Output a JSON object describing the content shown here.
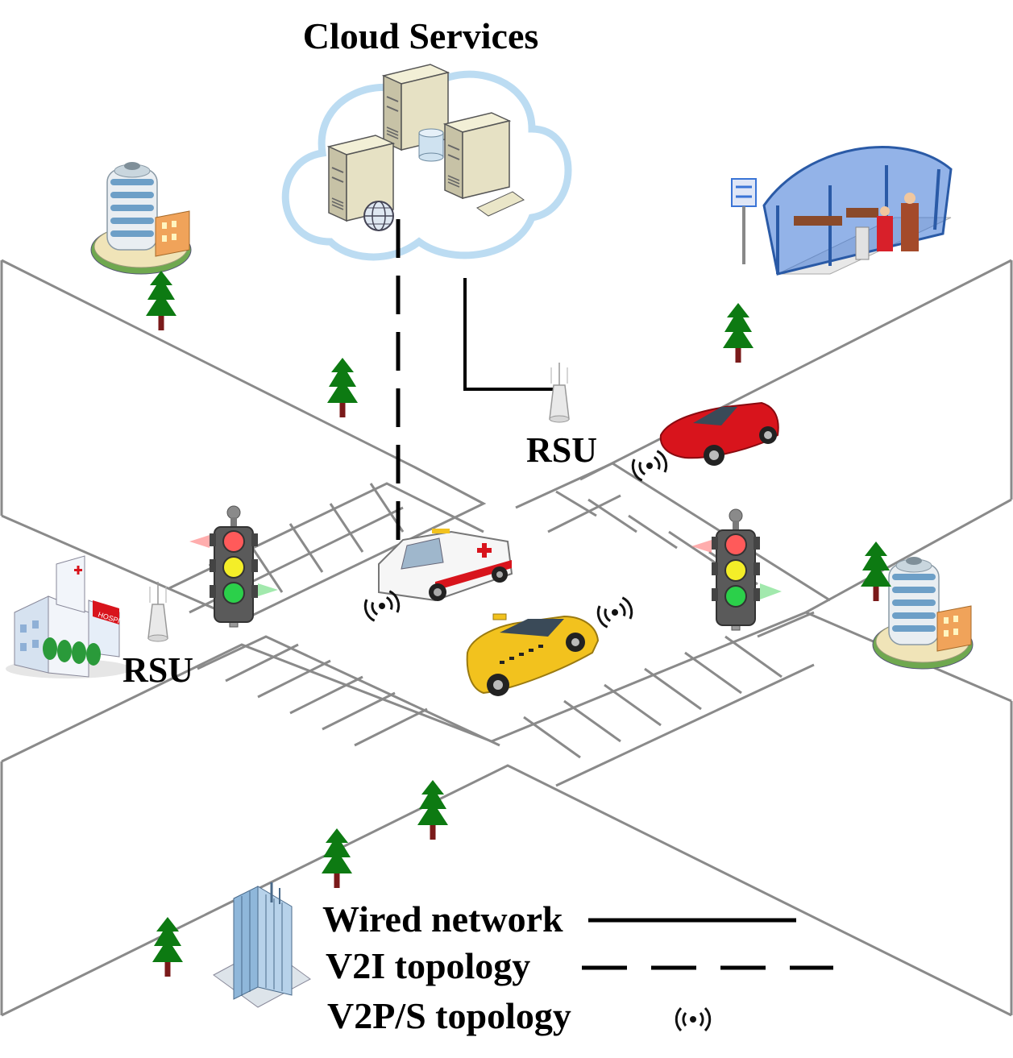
{
  "diagram": {
    "title": "Cloud Services",
    "rsu_labels": [
      "RSU",
      "RSU"
    ],
    "legend": [
      {
        "label": "Wired network",
        "style": "solid"
      },
      {
        "label": "V2I topology",
        "style": "dashed"
      },
      {
        "label": "V2P/S topology",
        "style": "wireless-icon"
      }
    ],
    "colors": {
      "road_edge": "#8a8a8a",
      "link": "#000000",
      "tree": "#0d7a12",
      "trunk": "#7a1a1a",
      "cloud": "#bcdcf2",
      "car_red": "#d8141c",
      "taxi": "#f2c21e",
      "glass_blue": "#3a74d6"
    },
    "icons": [
      "cloud-icon",
      "server-icon",
      "database-icon",
      "globe-icon",
      "office-building-icon",
      "bus-stop-icon",
      "hospital-icon",
      "skyscraper-icon",
      "tree-icon",
      "traffic-light-icon",
      "rsu-antenna-icon",
      "ambulance-icon",
      "taxi-icon",
      "sports-car-icon",
      "wireless-signal-icon"
    ]
  }
}
